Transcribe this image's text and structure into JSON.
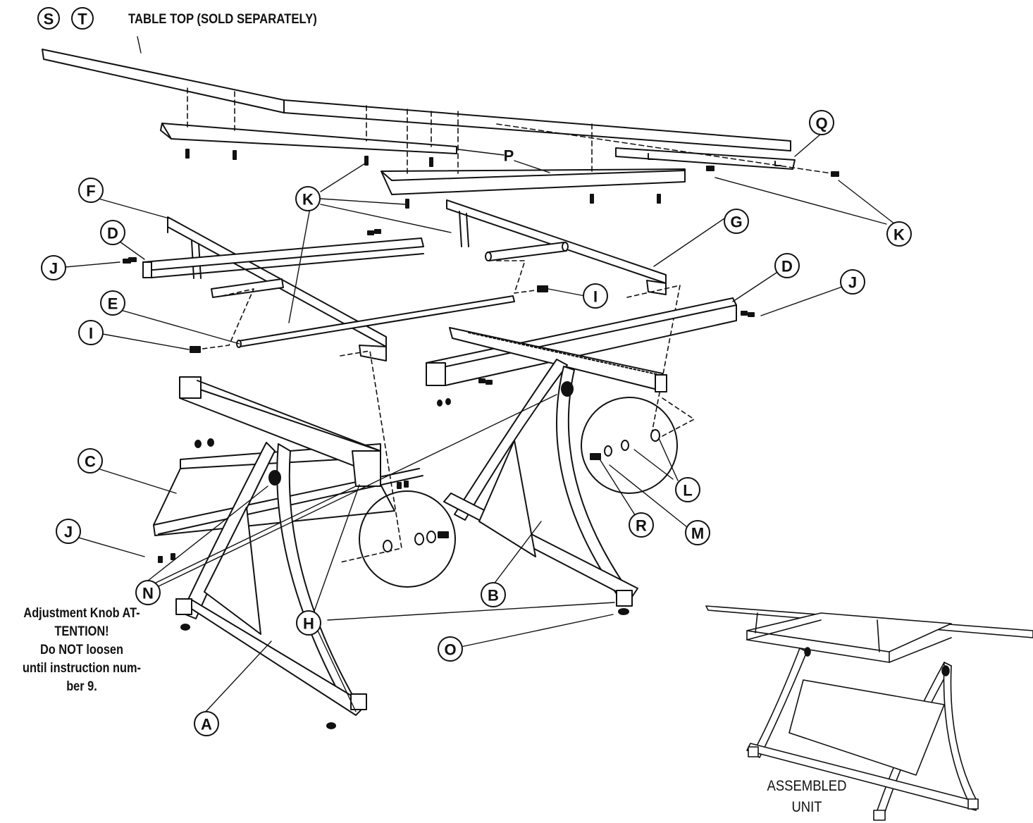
{
  "header": {
    "circle_labels": [
      "S",
      "T"
    ],
    "title": "TABLE TOP (SOLD SEPARATELY)"
  },
  "callouts": [
    "A",
    "B",
    "C",
    "D",
    "D",
    "E",
    "F",
    "G",
    "H",
    "I",
    "I",
    "J",
    "J",
    "J",
    "K",
    "K",
    "L",
    "M",
    "N",
    "O",
    "P",
    "Q",
    "R"
  ],
  "note": {
    "lines": [
      "Adjustment Knob  AT-",
      "TENTION!",
      "Do NOT loosen",
      "until instruction num-",
      "ber 9."
    ]
  },
  "assembled_label": {
    "line1": "ASSEMBLED",
    "line2": "UNIT"
  },
  "colors": {
    "ink": "#111111",
    "background": "#ffffff"
  }
}
